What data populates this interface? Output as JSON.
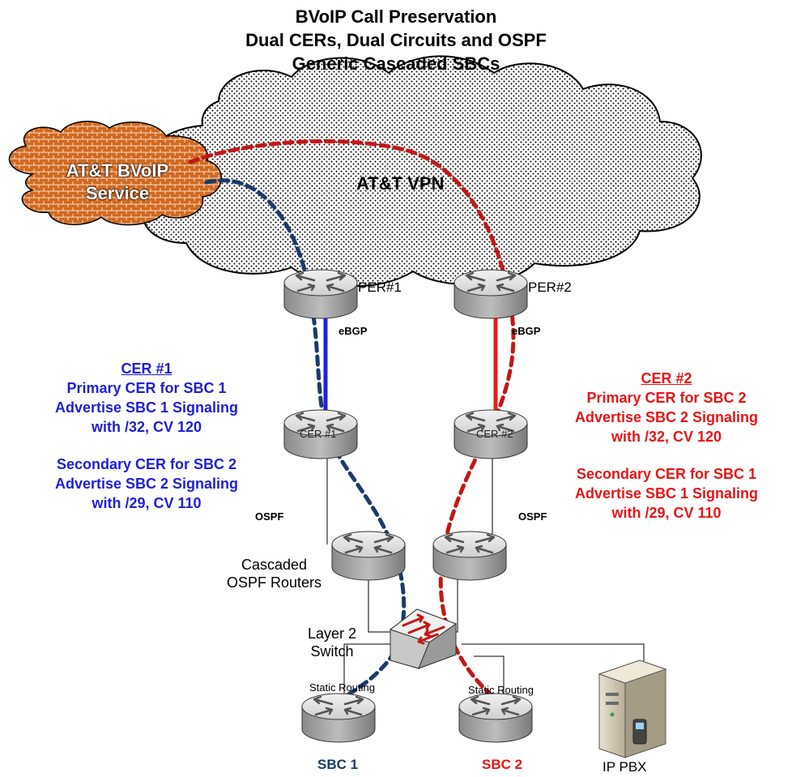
{
  "title": "BVoIP Call Preservation\nDual CERs, Dual Circuits and OSPF\nGeneric Cascaded SBCs",
  "clouds": {
    "service_line1": "AT&T BVoIP",
    "service_line2": "Service",
    "vpn": "AT&T VPN"
  },
  "routers": {
    "per1": "PER#1",
    "per2": "PER#2",
    "cer1": "CER #1",
    "cer2": "CER #2",
    "cascaded": "Cascaded\nOSPF Routers",
    "switch": "Layer 2\nSwitch",
    "sbc1": "SBC 1",
    "sbc2": "SBC 2",
    "pbx": "IP PBX"
  },
  "protocols": {
    "ebgp_left": "eBGP",
    "ebgp_right": "eBGP",
    "ospf_left": "OSPF",
    "ospf_right": "OSPF",
    "static_left": "Static Routing",
    "static_right": "Static Routing"
  },
  "cer1_box": {
    "heading": "CER #1",
    "primary": "Primary CER for SBC 1\nAdvertise SBC 1 Signaling\nwith /32, CV 120",
    "secondary": "Secondary CER for SBC 2\nAdvertise SBC 2 Signaling\nwith /29, CV 110"
  },
  "cer2_box": {
    "heading": "CER #2",
    "primary": "Primary CER for SBC 2\nAdvertise SBC 2 Signaling\nwith /32, CV 120",
    "secondary": "Secondary CER for SBC 1\nAdvertise SBC 1 Signaling\nwith /29, CV 110"
  },
  "colors": {
    "blue_text": "#1f1fd6",
    "red_text": "#e81515",
    "navy_path": "#1a3a6b",
    "red_path": "#c21818",
    "service_cloud": "#d2691e"
  }
}
